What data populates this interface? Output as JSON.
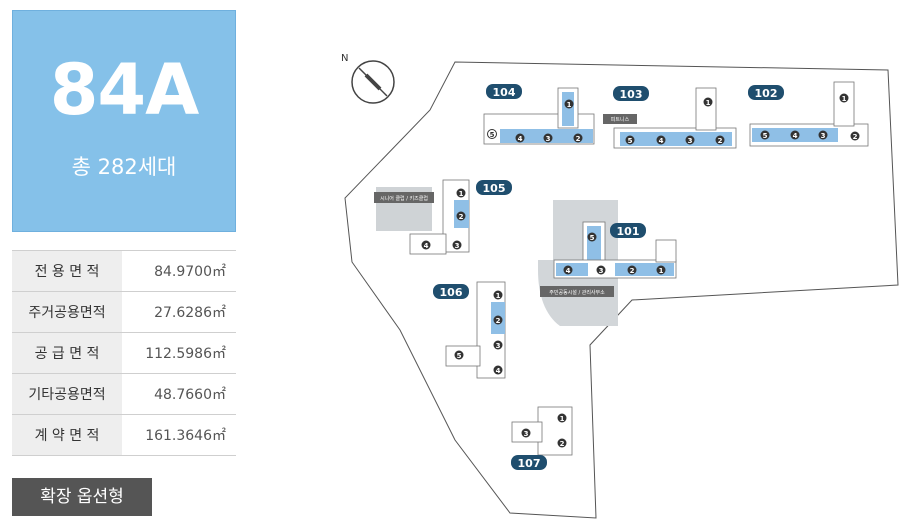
{
  "unit_type": {
    "name": "84A",
    "households": "총 282세대"
  },
  "area_table": [
    {
      "label": "전 용 면 적",
      "value": "84.9700㎡"
    },
    {
      "label": "주거공용면적",
      "value": "27.6286㎡"
    },
    {
      "label": "공 급 면 적",
      "value": "112.5986㎡"
    },
    {
      "label": "기타공용면적",
      "value": "48.7660㎡"
    },
    {
      "label": "계 약 면 적",
      "value": "161.3646㎡"
    }
  ],
  "option_button": "확장 옵션형",
  "site_map": {
    "north_label": "N",
    "buildings": [
      "104",
      "103",
      "102",
      "105",
      "101",
      "106",
      "107"
    ],
    "facilities": {
      "senior_kids": "시니어 클럽 / 키즈클럽",
      "fitness": "피트니스",
      "community": "주민공동시설 / 관리사무소"
    },
    "colors": {
      "highlight": "#8fbfe6",
      "label_bg": "#1f4e6e",
      "badge_bg": "#85c1e9",
      "facility_bg": "#666666"
    }
  }
}
